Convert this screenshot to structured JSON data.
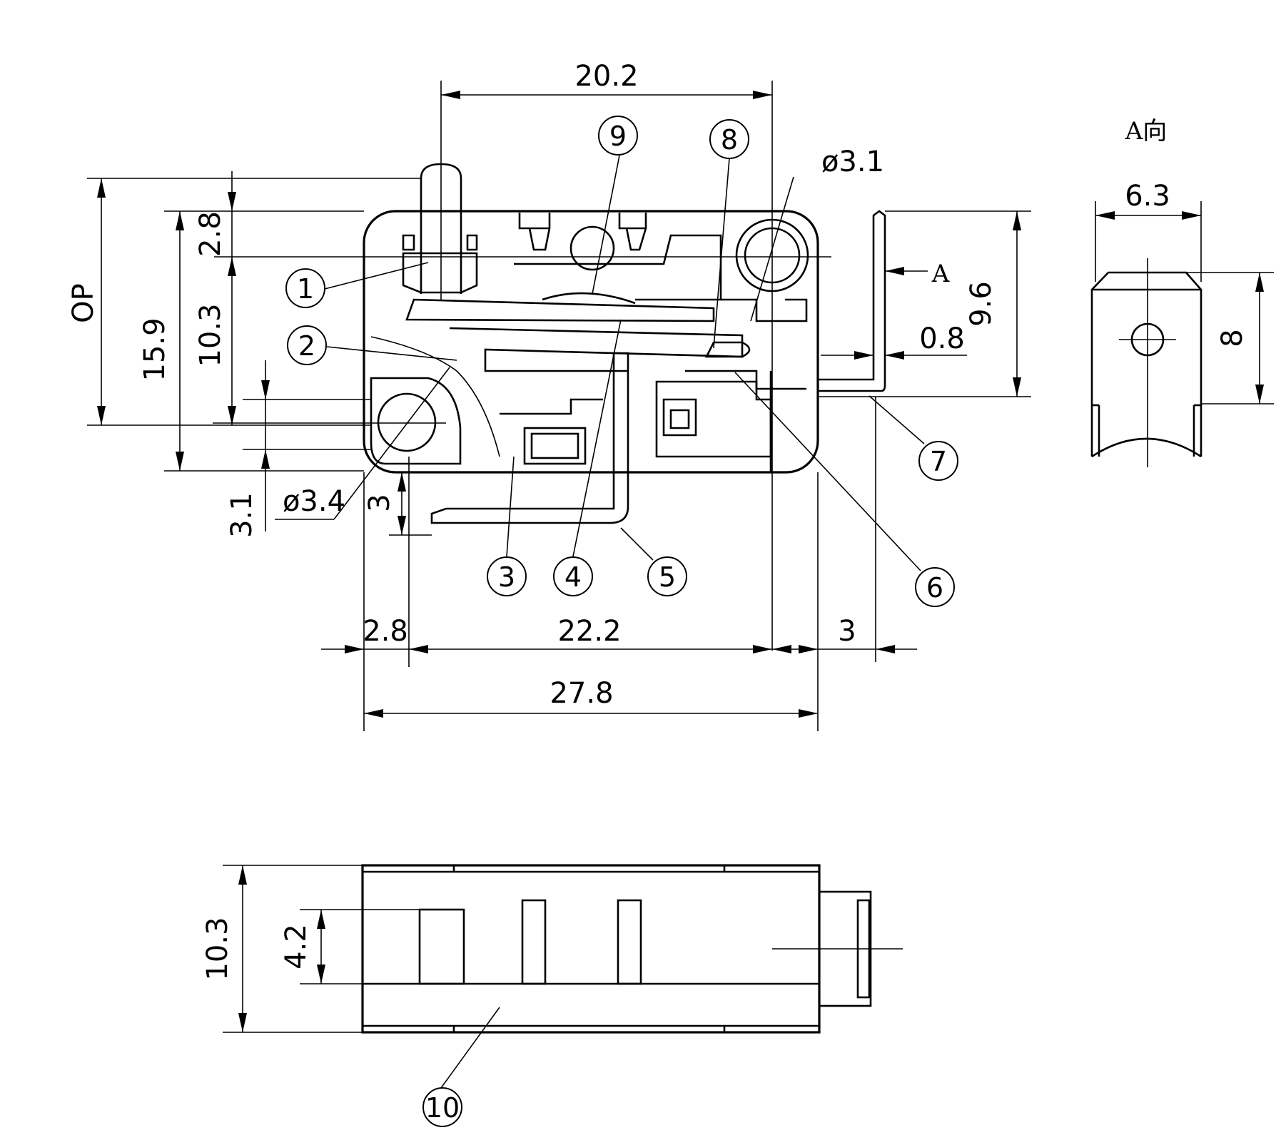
{
  "view_label": "A向",
  "arrow_label": "A",
  "dimensions": {
    "top_width": "20.2",
    "pin_dia": "ø3.1",
    "op": "OP",
    "d15_9": "15.9",
    "d2_8_vert": "2.8",
    "d10_3_vert": "10.3",
    "d9_6": "9.6",
    "d0_8": "0.8",
    "d3_1": "3.1",
    "hole_dia": "ø3.4",
    "d3": "3",
    "d2_8_horiz": "2.8",
    "d22_2": "22.2",
    "d3_horiz": "3",
    "d27_8": "27.8",
    "d6_3": "6.3",
    "d8": "8",
    "d10_3_bottom": "10.3",
    "d4_2": "4.2"
  },
  "callouts": [
    "1",
    "2",
    "3",
    "4",
    "5",
    "6",
    "7",
    "8",
    "9",
    "10"
  ]
}
